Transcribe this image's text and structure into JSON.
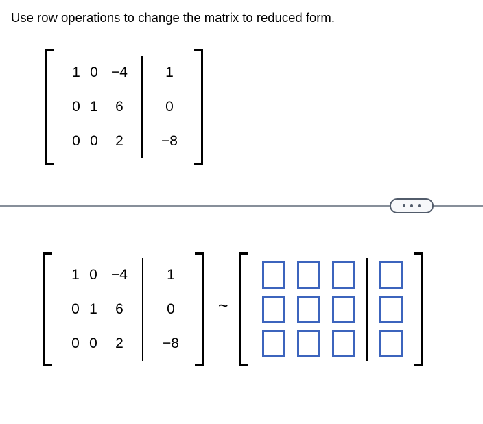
{
  "prompt": {
    "text": "Use row operations to change the matrix to reduced form."
  },
  "divider": {
    "ellipsis_label": "…",
    "line_color": "#878f9a",
    "button_border_color": "#525c6b",
    "button_fill_color": "#f7f8fa"
  },
  "matrix_top": {
    "rows": [
      [
        "1",
        "0",
        "−4",
        "1"
      ],
      [
        "0",
        "1",
        "6",
        "0"
      ],
      [
        "0",
        "0",
        "2",
        "−8"
      ]
    ],
    "augmented_after_column": 3
  },
  "matrix_given": {
    "rows": [
      [
        "1",
        "0",
        "−4",
        "1"
      ],
      [
        "0",
        "1",
        "6",
        "0"
      ],
      [
        "0",
        "0",
        "2",
        "−8"
      ]
    ],
    "augmented_after_column": 3
  },
  "equiv_symbol": "~",
  "matrix_answer": {
    "augmented_after_column": 3,
    "box_border_color": "#3c64bd",
    "rows": [
      [
        {
          "value": "",
          "placeholder": ""
        },
        {
          "value": "",
          "placeholder": ""
        },
        {
          "value": "",
          "placeholder": ""
        },
        {
          "value": "",
          "placeholder": ""
        }
      ],
      [
        {
          "value": "",
          "placeholder": ""
        },
        {
          "value": "",
          "placeholder": ""
        },
        {
          "value": "",
          "placeholder": ""
        },
        {
          "value": "",
          "placeholder": ""
        }
      ],
      [
        {
          "value": "",
          "placeholder": ""
        },
        {
          "value": "",
          "placeholder": ""
        },
        {
          "value": "",
          "placeholder": ""
        },
        {
          "value": "",
          "placeholder": ""
        }
      ]
    ]
  }
}
